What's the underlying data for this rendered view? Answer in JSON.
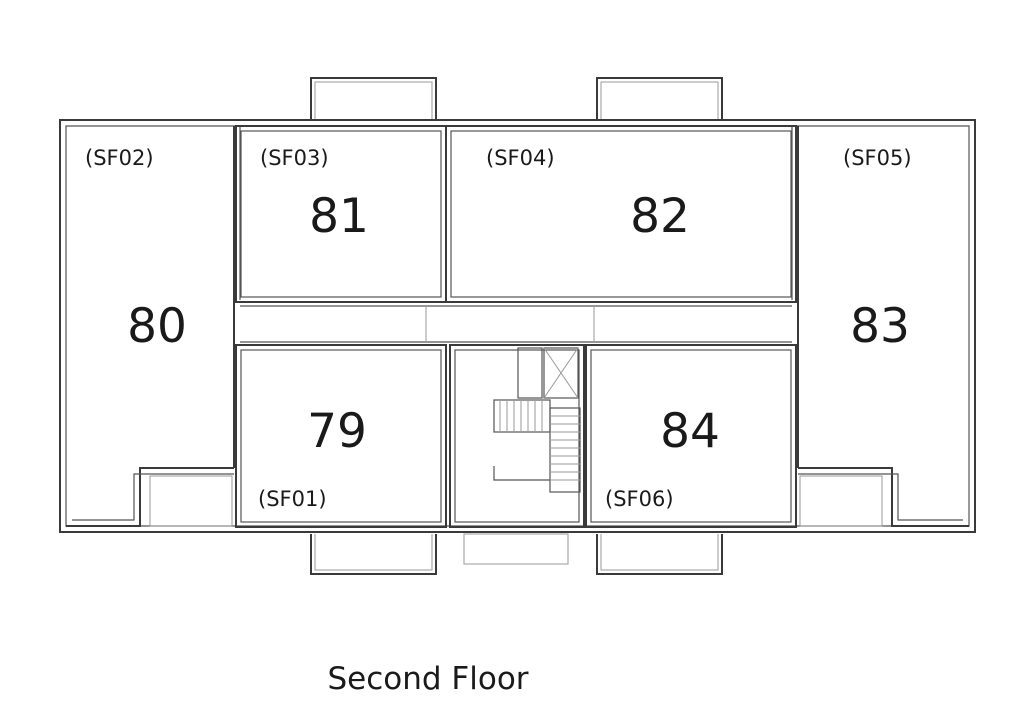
{
  "floor_title": "Second Floor",
  "units": [
    {
      "code": "(SF02)",
      "number": "80"
    },
    {
      "code": "(SF03)",
      "number": "81"
    },
    {
      "code": "(SF04)",
      "number": "82"
    },
    {
      "code": "(SF05)",
      "number": "83"
    },
    {
      "code": "(SF01)",
      "number": "79"
    },
    {
      "code": "(SF06)",
      "number": "84"
    }
  ]
}
